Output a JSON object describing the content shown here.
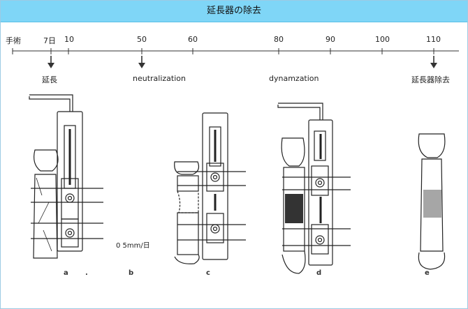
{
  "title": "延長器の除去",
  "timeline": {
    "start_label": "手術",
    "ticks": [
      "7日",
      "10",
      "50",
      "60",
      "80",
      "90",
      "100",
      "110"
    ]
  },
  "events": [
    "延長",
    "neutralization",
    "dynamzation",
    "延長器除去"
  ],
  "rate_label": "0 5mm/日",
  "panels": [
    "a",
    ".",
    "b",
    "c",
    "d",
    "e"
  ]
}
